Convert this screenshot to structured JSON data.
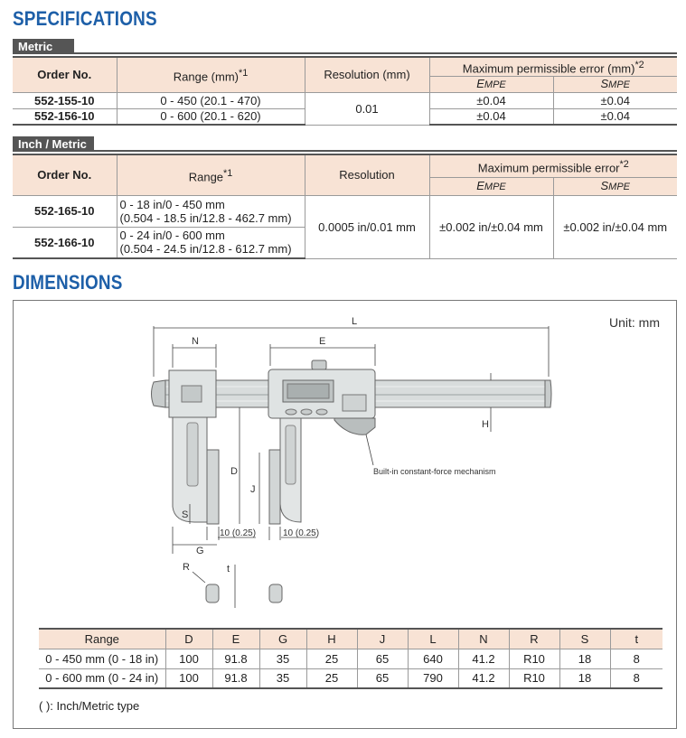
{
  "specifications": {
    "title": "SPECIFICATIONS",
    "metric": {
      "tag": "Metric",
      "headers": {
        "order": "Order No.",
        "range": "Range (mm)",
        "range_sup": "*1",
        "resolution": "Resolution (mm)",
        "mpe": "Maximum permissible error (mm)",
        "mpe_sup": "*2",
        "empe_main": "E",
        "empe_sub": "MPE",
        "smpe_main": "S",
        "smpe_sub": "MPE"
      },
      "rows": [
        {
          "order": "552-155-10",
          "range": "0 - 450 (20.1 - 470)",
          "empe": "±0.04",
          "smpe": "±0.04"
        },
        {
          "order": "552-156-10",
          "range": "0 - 600 (20.1 - 620)",
          "empe": "±0.04",
          "smpe": "±0.04"
        }
      ],
      "resolution": "0.01"
    },
    "inch_metric": {
      "tag": "Inch / Metric",
      "headers": {
        "order": "Order No.",
        "range": "Range",
        "range_sup": "*1",
        "resolution": "Resolution",
        "mpe": "Maximum permissible error",
        "mpe_sup": "*2",
        "empe_main": "E",
        "empe_sub": "MPE",
        "smpe_main": "S",
        "smpe_sub": "MPE"
      },
      "rows": [
        {
          "order": "552-165-10",
          "range_line1": "0 - 18 in/0 - 450 mm",
          "range_line2": "(0.504 - 18.5 in/12.8 - 462.7 mm)"
        },
        {
          "order": "552-166-10",
          "range_line1": "0 - 24 in/0 - 600 mm",
          "range_line2": "(0.504 - 24.5 in/12.8 - 612.7 mm)"
        }
      ],
      "resolution": "0.0005 in/0.01 mm",
      "empe": "±0.002 in/±0.04 mm",
      "smpe": "±0.002 in/±0.04 mm"
    }
  },
  "dimensions": {
    "title": "DIMENSIONS",
    "unit": "Unit: mm",
    "drawing_labels": {
      "L": "L",
      "N": "N",
      "E": "E",
      "H": "H",
      "D": "D",
      "J": "J",
      "S": "S",
      "G": "G",
      "R": "R",
      "t": "t",
      "gap1": "10 (0.25)",
      "gap2": "10 (0.25)",
      "mechanism": "Built-in constant-force mechanism"
    },
    "table": {
      "headers": [
        "Range",
        "D",
        "E",
        "G",
        "H",
        "J",
        "L",
        "N",
        "R",
        "S",
        "t"
      ],
      "rows": [
        [
          "0 - 450 mm  (0 - 18 in)",
          "100",
          "91.8",
          "35",
          "25",
          "65",
          "640",
          "41.2",
          "R10",
          "18",
          "8"
        ],
        [
          "0 - 600 mm  (0 - 24 in)",
          "100",
          "91.8",
          "35",
          "25",
          "65",
          "790",
          "41.2",
          "R10",
          "18",
          "8"
        ]
      ]
    },
    "note": "( ): Inch/Metric type"
  }
}
